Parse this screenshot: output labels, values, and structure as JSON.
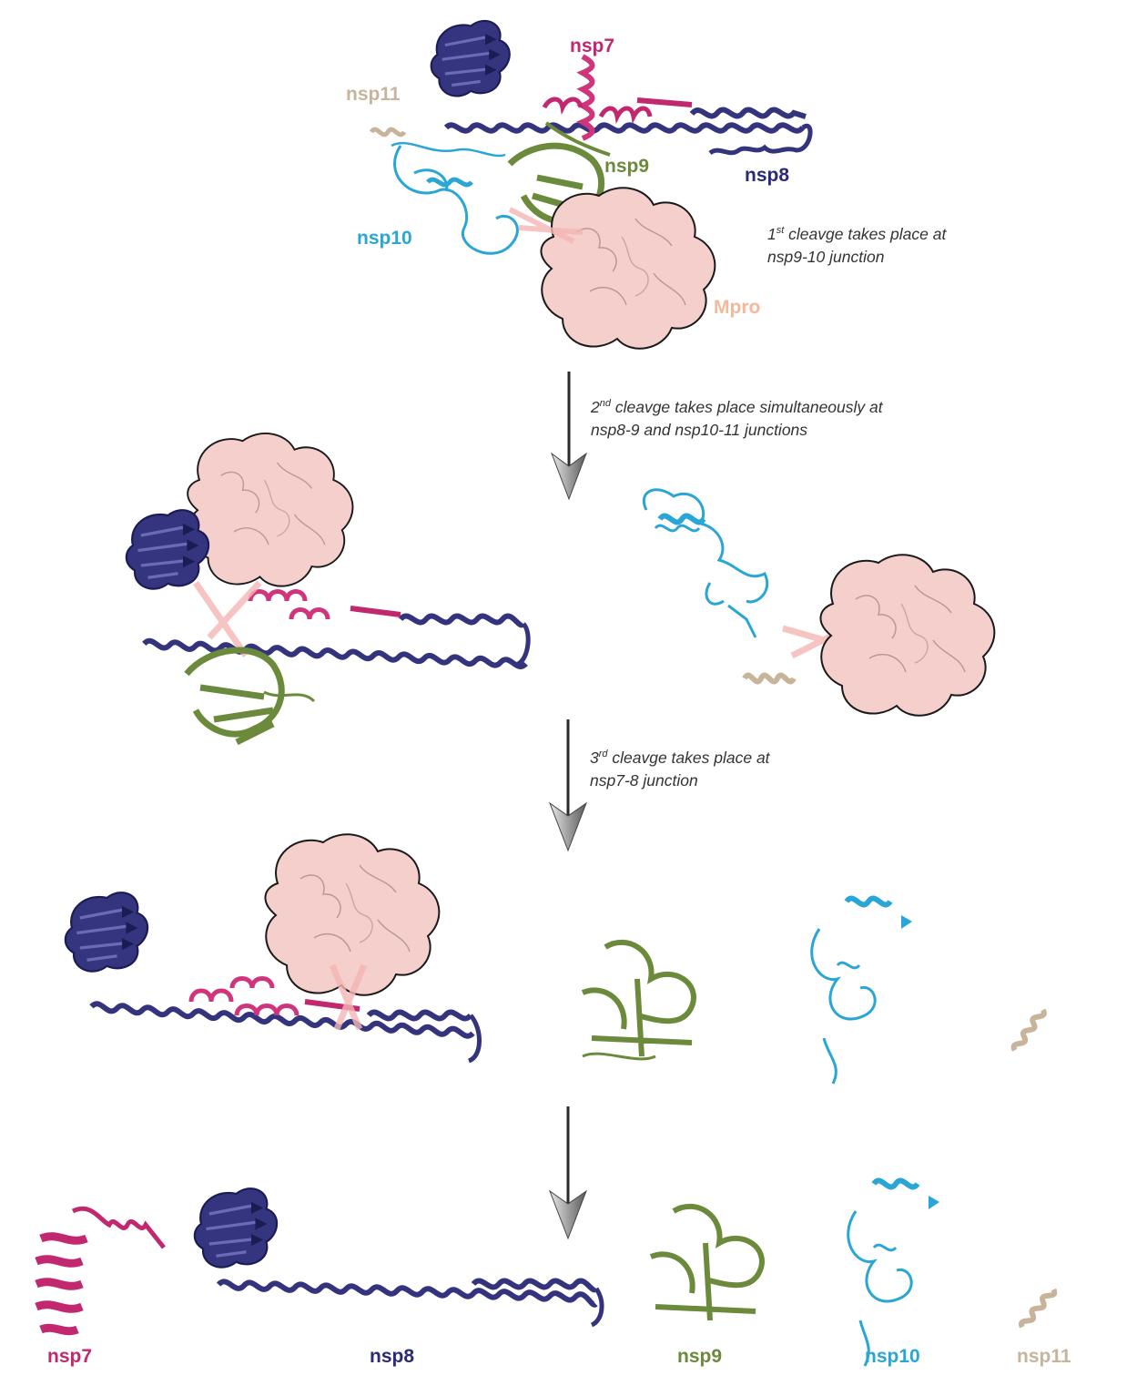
{
  "colors": {
    "nsp7": "#c2286f",
    "nsp8": "#2a2a78",
    "nsp9": "#6b8a3c",
    "nsp10": "#2aa6d6",
    "nsp11": "#c8b49a",
    "mpro": "#f3c9c6",
    "mpro_label": "#f3b99a",
    "arrow": "#2b2b2b"
  },
  "labels": {
    "nsp7": "nsp7",
    "nsp8": "nsp8",
    "nsp9": "nsp9",
    "nsp10": "nsp10",
    "nsp11": "nsp11",
    "mpro": "Mpro"
  },
  "steps": [
    {
      "ordinal": "1",
      "sup": "st",
      "line1_rest": " cleavge takes place at",
      "line2": "nsp9-10 junction"
    },
    {
      "ordinal": "2",
      "sup": "nd",
      "line1_rest": " cleavge takes place simultaneously at",
      "line2": "nsp8-9 and nsp10-11 junctions"
    },
    {
      "ordinal": "3",
      "sup": "rd",
      "line1_rest": " cleavge takes place at",
      "line2": "nsp7-8 junction"
    }
  ]
}
